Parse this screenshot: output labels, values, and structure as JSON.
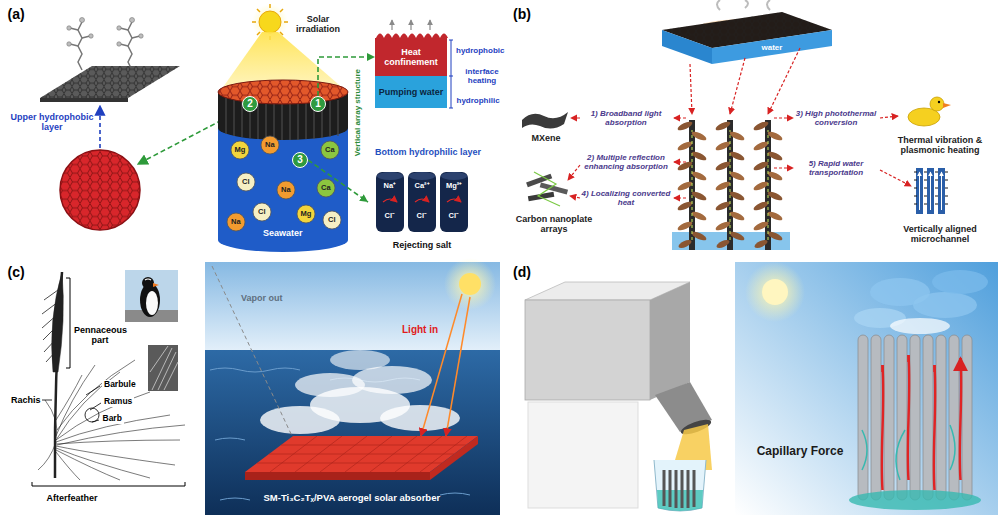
{
  "diagram": {
    "nodes": [
      {
        "text": [
          "1"
        ]
      },
      {
        "text": [
          "2"
        ]
      },
      {
        "text": [
          "3"
        ]
      },
      {
        "text": [
          "Heat confinement"
        ]
      },
      {
        "text": [
          "Pumping water"
        ]
      },
      {
        "text": [
          "Rejecting salt"
        ]
      }
    ],
    "edges": [
      {
        "from": 0,
        "to": 3,
        "arrow": "to",
        "label": "Vertical array structure"
      },
      {
        "from": 2,
        "to": 5,
        "arrow": "to",
        "label": "Bottom hydrophilic layer"
      }
    ],
    "labels": [
      "(a)",
      "Solar irradiation",
      "Upper hydrophobic layer",
      "hydrophobic",
      "interface heating",
      "hydrophilic",
      "Seawater",
      "Mg",
      "Na",
      "Ca",
      "Cl",
      "Ca",
      "Na",
      "Cl",
      "Mg",
      "Na",
      "Cl",
      "Na⁺",
      "Ca²⁺",
      "Mg²⁺",
      "Cl⁻",
      "Cl⁻",
      "Cl⁻",
      "(b)",
      "water",
      "MXene",
      "1) Broadband light absorption",
      "2) Multiple reflection enhancing absorption",
      "Carbon nanoplate arrays",
      "4) Localizing converted heat",
      "3) High photothermal conversion",
      "Thermal vibration & plasmonic heating",
      "5) Rapid water transportation",
      "Vertically aligned microchannel",
      "(c)",
      "Pennaceous part",
      "Rachis",
      "Barbule",
      "Ramus",
      "Barb",
      "Afterfeather",
      "Vapor out",
      "Light in",
      "SM-Ti₃C₂Tₓ/PVA aerogel solar absorber",
      "(d)",
      "Capillary Force"
    ]
  }
}
